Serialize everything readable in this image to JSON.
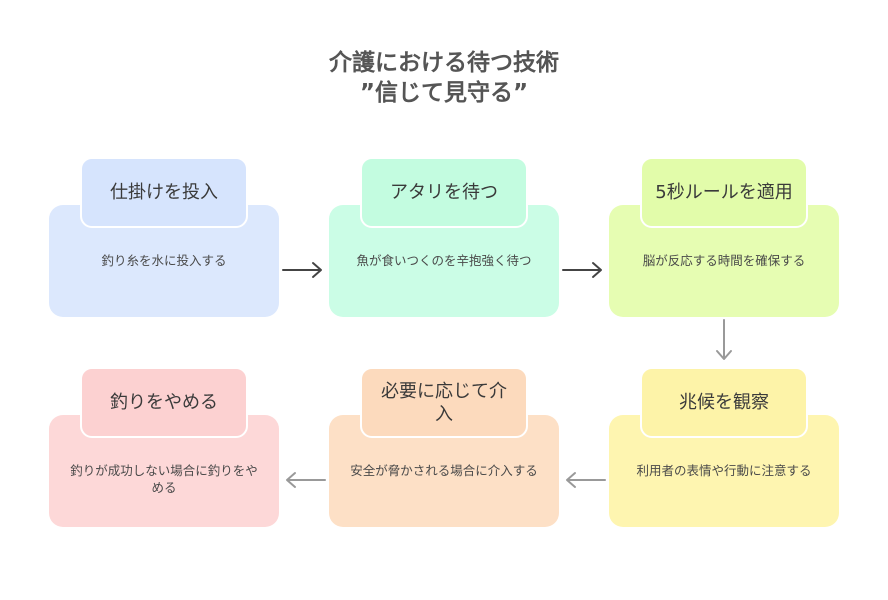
{
  "title": {
    "line1": "介護における待つ技術",
    "line2": "”信じて見守る”"
  },
  "steps": [
    {
      "title": "仕掛けを投入",
      "desc": "釣り糸を水に投入する",
      "color": "blue"
    },
    {
      "title": "アタリを待つ",
      "desc": "魚が食いつくのを辛抱強く待つ",
      "color": "mint"
    },
    {
      "title": "5秒ルールを適用",
      "desc": "脳が反応する時間を確保する",
      "color": "lime"
    },
    {
      "title": "兆候を観察",
      "desc": "利用者の表情や行動に注意する",
      "color": "yellow"
    },
    {
      "title": "必要に応じて介入",
      "desc": "安全が脅かされる場合に介入する",
      "color": "peach"
    },
    {
      "title": "釣りをやめる",
      "desc": "釣りが成功しない場合に釣りをやめる",
      "color": "pink"
    }
  ],
  "colors": {
    "arrow_dark": "#444444",
    "arrow_light": "#999999"
  }
}
